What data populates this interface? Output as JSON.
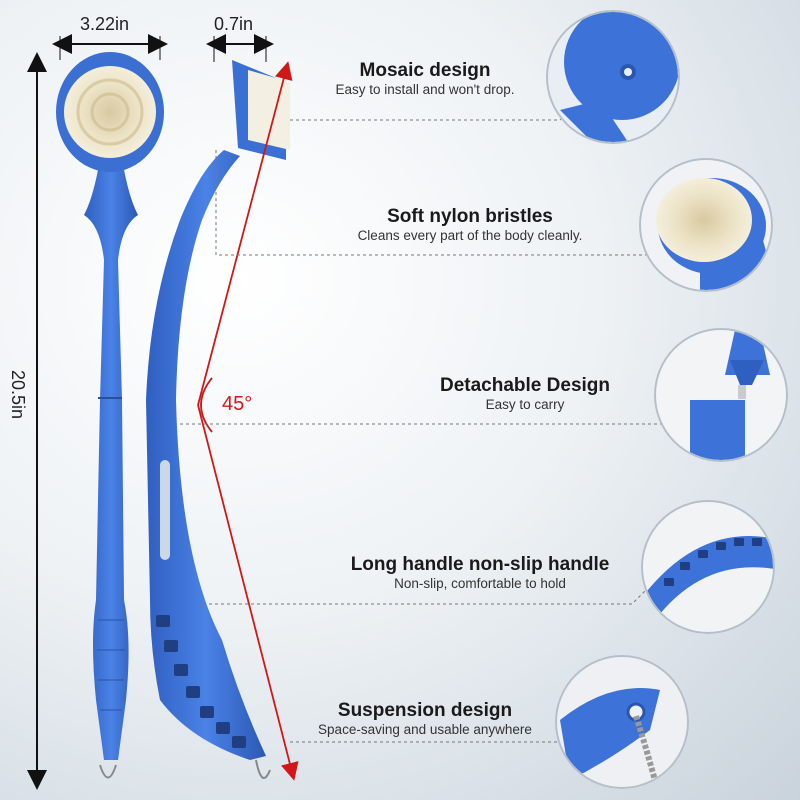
{
  "dimensions": {
    "head_width": "3.22in",
    "head_depth": "0.7in",
    "length": "20.5in",
    "angle": "45°"
  },
  "features": [
    {
      "title": "Mosaic design",
      "subtitle": "Easy to install and won't drop.",
      "icon": "mosaic-detail-circle"
    },
    {
      "title": "Soft nylon bristles",
      "subtitle": "Cleans every part of the body cleanly.",
      "icon": "bristles-detail-circle"
    },
    {
      "title": "Detachable Design",
      "subtitle": "Easy to carry",
      "icon": "detachable-detail-circle"
    },
    {
      "title": "Long handle non-slip handle",
      "subtitle": "Non-slip, comfortable to hold",
      "icon": "handle-detail-circle"
    },
    {
      "title": "Suspension design",
      "subtitle": "Space-saving and usable anywhere",
      "icon": "suspension-detail-circle"
    }
  ],
  "colors": {
    "brush_blue": "#3f74d6",
    "bristle": "#ece3c6",
    "angle_red": "#d01818"
  }
}
